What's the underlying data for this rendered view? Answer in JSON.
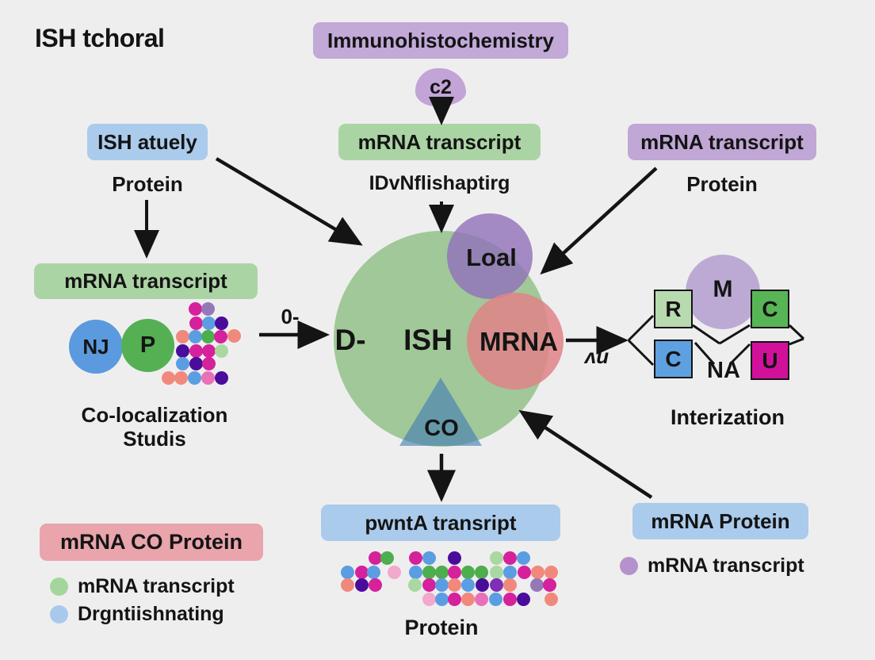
{
  "title": "ISH tchoral",
  "colors": {
    "background": "#efeeef",
    "purple_box": "#c2a9d8",
    "green_box": "#abd4a4",
    "blue_box": "#abcbec",
    "pink_box": "#e9a4ac",
    "big_circle": "#8fbf85",
    "loal_circle": "#9071ba",
    "mrna_circle": "#e08287",
    "co_triangle": "#417db4",
    "m_circle": "#b5a0d2",
    "square_r": "#b7dbaf",
    "square_c_green": "#58b556",
    "square_c_blue": "#5ea0e0",
    "square_u": "#d2119b",
    "circle_nj": "#5b9ade",
    "circle_p": "#55b054",
    "legend_green_dot": "#a3d69b",
    "legend_blue_dot": "#a9c9ec",
    "legend_purple_dot": "#b692cc",
    "arrow": "#141414"
  },
  "palette": {
    "magenta": "#d6219c",
    "blue": "#5b9de2",
    "indigo": "#4a0d9b",
    "salmon": "#f0897c",
    "green": "#4cae4c",
    "light_green": "#a9d8a1",
    "pink": "#e870b8",
    "light_pink": "#f2a9cb",
    "muted_purple": "#9678b8",
    "purple": "#7d2fb5"
  },
  "top": {
    "ihc_box": "Immunohistochemistry",
    "blob": "c2",
    "mrna_box": "mRNA transcript",
    "sub_label": "IDvNflishaptirg"
  },
  "top_left": {
    "box": "ISH atuely",
    "sub": "Protein"
  },
  "top_right": {
    "box": "mRNA transcript",
    "sub": "Protein"
  },
  "mid_left": {
    "box": "mRNA transcript",
    "circle_nj": "NJ",
    "circle_p": "P",
    "caption_line1": "Co-localization",
    "caption_line2": "Studis"
  },
  "center": {
    "d": "D-",
    "ish": "ISH",
    "loal": "Loal",
    "mrna": "MRNA",
    "co": "CO"
  },
  "arrow_labels": {
    "left": "0-",
    "right": "ʌu"
  },
  "mid_right": {
    "m": "M",
    "na": "NA",
    "squares": [
      {
        "label": "R"
      },
      {
        "label": "C"
      },
      {
        "label": "C"
      },
      {
        "label": "U"
      }
    ],
    "caption": "Interization"
  },
  "bottom_center": {
    "box": "pwntA transript",
    "caption": "Protein"
  },
  "bottom_right": {
    "box": "mRNA Protein",
    "legend": "mRNA transcript"
  },
  "bottom_left": {
    "box": "mRNA CO Protein",
    "legend": [
      {
        "label": "mRNA transcript"
      },
      {
        "label": "Drgntiishnating"
      }
    ]
  }
}
